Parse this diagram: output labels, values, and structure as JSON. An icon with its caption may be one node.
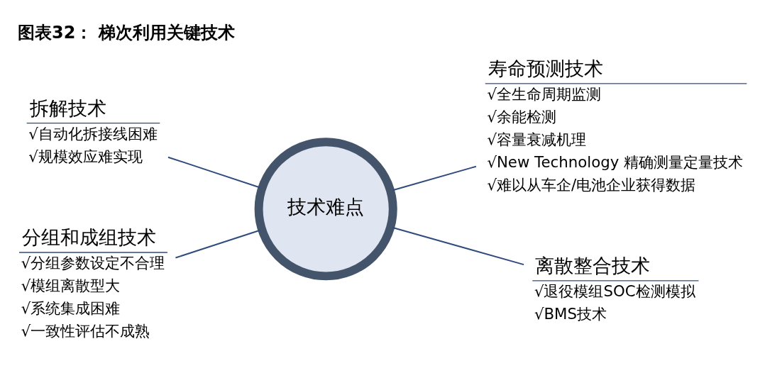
{
  "diagram": {
    "title": "图表32： 梯次利用关键技术",
    "nodes": [
      {
        "text": [
          "技术难点"
        ]
      },
      {
        "text": [
          "拆解技术",
          "√自动化拆接线困难",
          "√规模效应难实现"
        ]
      },
      {
        "text": [
          "寿命预测技术",
          "√全生命周期监测",
          "√余能检测",
          "√容量衰减机理",
          "√New Technology 精确测量定量技术",
          "√难以从车企/电池企业获得数据"
        ]
      },
      {
        "text": [
          "分组和成组技术",
          "√分组参数设定不合理",
          "√模组离散型大",
          "√系统集成困难",
          "√一致性评估不成熟"
        ]
      },
      {
        "text": [
          "离散整合技术",
          "√退役模组SOC检测模拟",
          "√BMS技术"
        ]
      }
    ],
    "edges": [
      {
        "from": 1,
        "to": 0,
        "arrow": "none"
      },
      {
        "from": 0,
        "to": 2,
        "arrow": "none"
      },
      {
        "from": 3,
        "to": 0,
        "arrow": "none"
      },
      {
        "from": 0,
        "to": 4,
        "arrow": "none"
      }
    ]
  }
}
